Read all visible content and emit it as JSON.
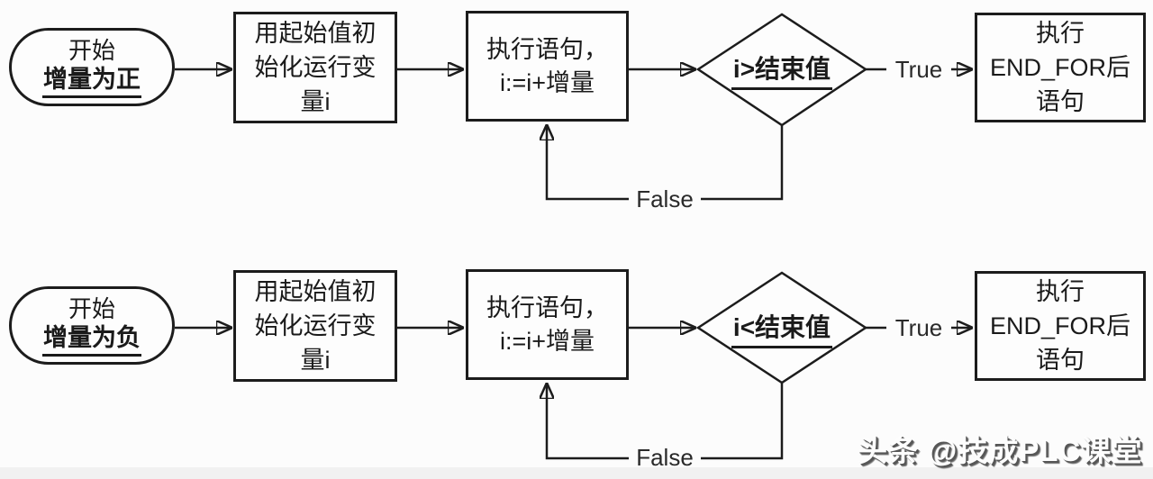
{
  "colors": {
    "background": "#fcfcfc",
    "line_stroke": "#1c1c1c",
    "text": "#1a1a1a",
    "watermark_fill": "#fdfdfd",
    "watermark_shadow": "#565656"
  },
  "charts": [
    {
      "name": "for-loop-positive-increment",
      "start_line1": "开始",
      "start_line2": "增量为正",
      "init_text": "用起始值初始化运行变量i",
      "body_line1": "执行语句，",
      "body_line2": "i:=i+增量",
      "condition": "i>结束值",
      "end_line1": "执行",
      "end_line2": "END_FOR后",
      "end_line3": "语句",
      "true_label": "True",
      "false_label": "False"
    },
    {
      "name": "for-loop-negative-increment",
      "start_line1": "开始",
      "start_line2": "增量为负",
      "init_text": "用起始值初始化运行变量i",
      "body_line1": "执行语句，",
      "body_line2": "i:=i+增量",
      "condition": "i<结束值",
      "end_line1": "执行",
      "end_line2": "END_FOR后",
      "end_line3": "语句",
      "true_label": "True",
      "false_label": "False"
    }
  ],
  "watermark": {
    "text": "头条 @技成PLC课堂"
  }
}
